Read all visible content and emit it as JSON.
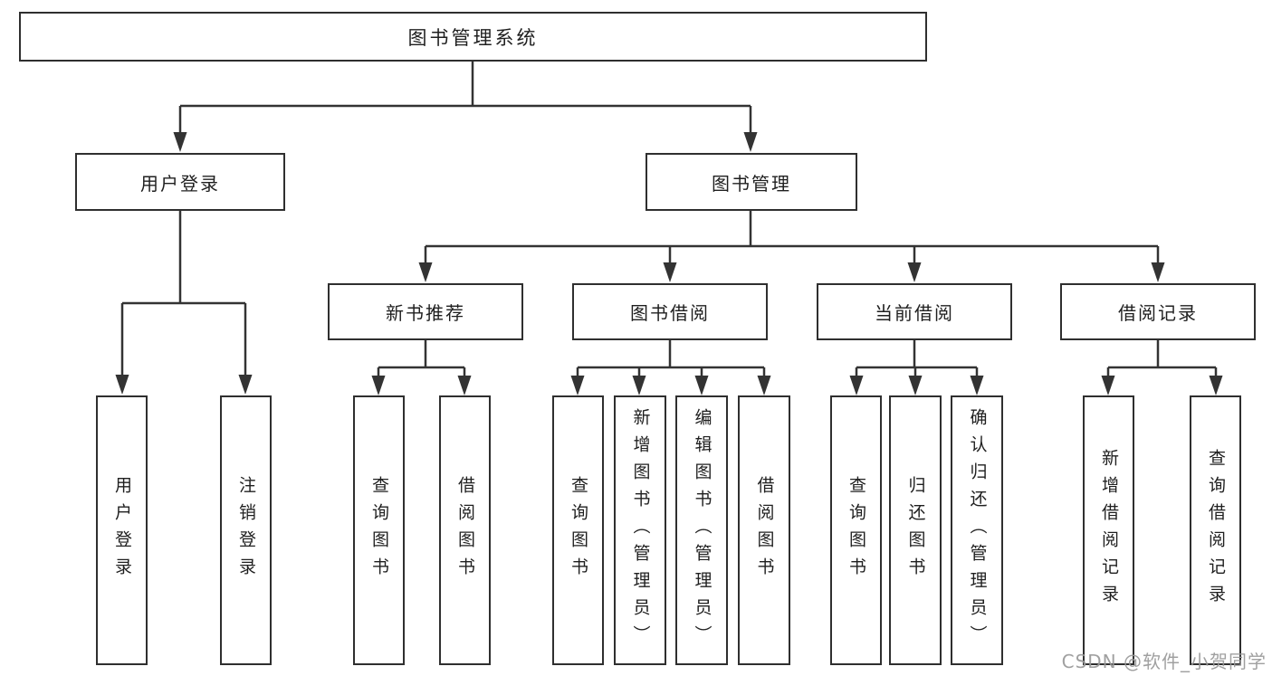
{
  "tree": {
    "root": {
      "label": "图书管理系统"
    },
    "level2": {
      "user_login": {
        "label": "用户登录",
        "children": [
          "用户登录",
          "注销登录"
        ]
      },
      "book_management": {
        "label": "图书管理"
      }
    },
    "level3": {
      "new_book_recommend": {
        "label": "新书推荐",
        "children": [
          "查询图书",
          "借阅图书"
        ]
      },
      "book_borrowing": {
        "label": "图书借阅",
        "children": [
          "查询图书",
          "新增图书（管理员）",
          "编辑图书（管理员）",
          "借阅图书"
        ]
      },
      "current_borrowing": {
        "label": "当前借阅",
        "children": [
          "查询图书",
          "归还图书",
          "确认归还（管理员）"
        ]
      },
      "borrowing_records": {
        "label": "借阅记录",
        "children": [
          "新增借阅记录",
          "查询借阅记录"
        ]
      }
    }
  },
  "watermark": "CSDN @软件_小贺同学",
  "colors": {
    "line": "#333333",
    "box_border": "#2f2f2f",
    "text": "#1f1f1f",
    "watermark": "#989898",
    "background": "#ffffff"
  }
}
